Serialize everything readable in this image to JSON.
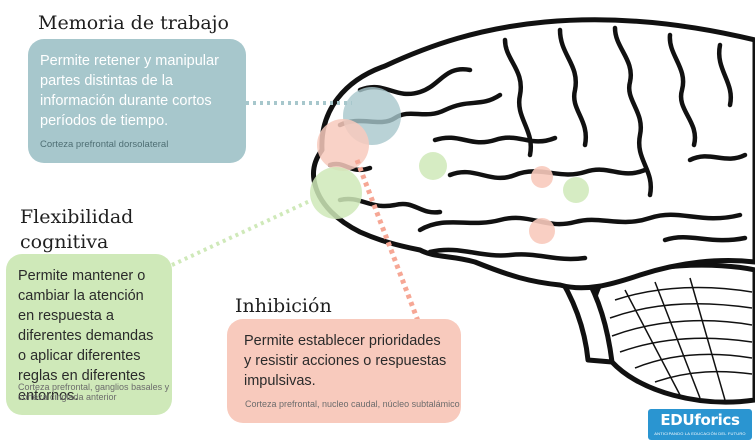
{
  "sections": {
    "working_memory": {
      "title": "Memoria de trabajo",
      "description": "Permite retener y manipular partes distintas de la información durante cortos períodos de tiempo.",
      "region": "Corteza prefrontal dorsolateral",
      "color": "#a7c7cc"
    },
    "cognitive_flexibility": {
      "title_line1": "Flexibilidad",
      "title_line2": "cognitiva",
      "description": "Permite mantener o cambiar la atención en respuesta a diferentes demandas o aplicar diferentes reglas en diferentes entornos.",
      "region": "Corteza prefrontal, ganglios basales y corteza cinglada anterior",
      "color": "#cfe9b9"
    },
    "inhibition": {
      "title": "Inhibición",
      "description": "Permite establecer prioridades y resistir acciones o respuestas impulsivas.",
      "region": "Corteza prefrontal, nucleo caudal, núcleo subtalámico",
      "color": "#f8cabd"
    }
  },
  "logo": {
    "brand": "EDUforics",
    "tagline": "ANTICIPANDO LA EDUCACIÓN DEL FUTURO",
    "color": "#2a95d1"
  }
}
